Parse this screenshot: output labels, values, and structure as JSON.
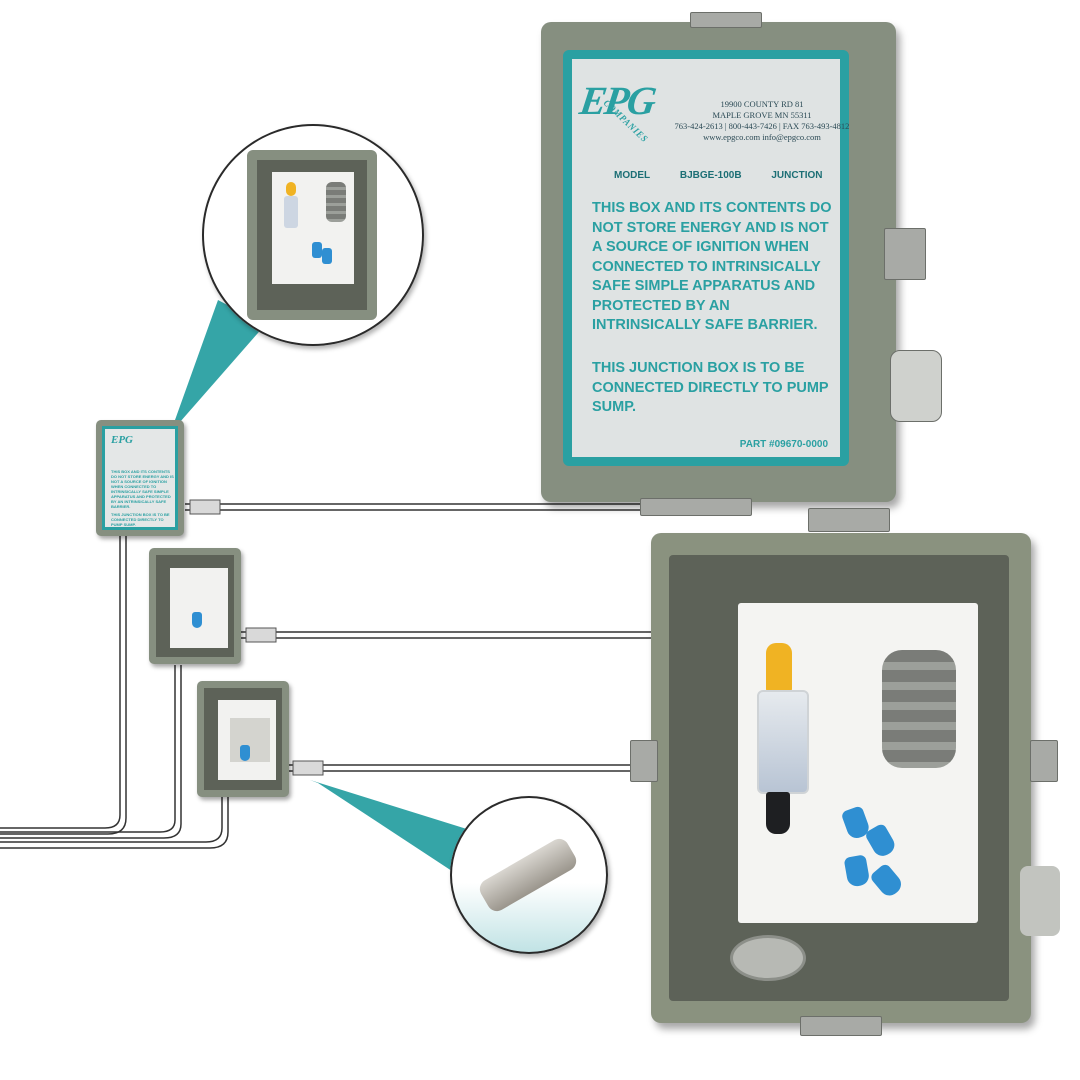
{
  "label": {
    "logo": "EPG",
    "logo_sub": "COMPANIES",
    "address_line1": "19900 COUNTY RD 81",
    "address_line2": "MAPLE GROVE MN 55311",
    "address_line3": "763-424-2613 | 800-443-7426 | FAX 763-493-4812",
    "address_line4": "www.epgco.com    info@epgco.com",
    "model_label": "MODEL",
    "model_number": "BJBGE-100B",
    "model_type": "JUNCTION",
    "warning_text": "THIS BOX AND ITS CONTENTS DO NOT STORE ENERGY AND IS NOT A SOURCE OF IGNITION WHEN CONNECTED TO INTRINSICALLY SAFE SIMPLE APPARATUS AND PROTECTED BY AN INTRINSICALLY SAFE BARRIER.",
    "junction_text": "THIS JUNCTION BOX IS TO BE CONNECTED DIRECTLY TO PUMP SUMP.",
    "part_number": "PART #09670-0000"
  },
  "small_label": {
    "logo": "EPG",
    "warning_text": "THIS BOX AND ITS CONTENTS DO NOT STORE ENERGY AND IS NOT A SOURCE OF IGNITION WHEN CONNECTED TO INTRINSICALLY SAFE SIMPLE APPARATUS AND PROTECTED BY AN INTRINSICALLY SAFE BARRIER.",
    "junction_text": "THIS JUNCTION BOX IS TO BE CONNECTED DIRECTLY TO PUMP SUMP."
  },
  "colors": {
    "accent_teal": "#2aa0a2",
    "enclosure_gray": "#868f80",
    "label_background": "#dfe3e3",
    "wire_nut_blue": "#2f8fd2",
    "filter_cap_yellow": "#f0b323"
  },
  "icons": {
    "callout_top": "magnified-open-junction-box",
    "callout_bottom": "conduit-seal-fitting"
  }
}
